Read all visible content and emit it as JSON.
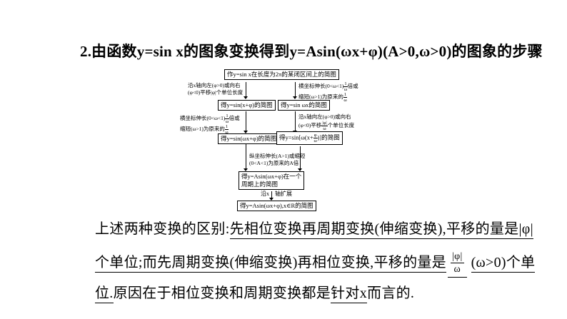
{
  "title": "2.由函数y=sin x的图象变换得到y=Asin(ωx+φ)(A>0,ω>0)的图象的步骤",
  "flowchart": {
    "box_top": "作y=sin x在长度为2π的某闭区间上的简图",
    "anno_left1": {
      "line1": "沿x轴向左(φ>0)或向右",
      "line2": "(φ<0)平移|φ|个单位长度"
    },
    "anno_right1": {
      "line1_pre": "横坐标伸长(0<ω<1)",
      "frac1_num": "1",
      "frac1_den": "ω",
      "line1_suf": "倍或",
      "line2_pre": "缩短(ω>1)为原来的",
      "frac2_num": "1",
      "frac2_den": "ω"
    },
    "box_left1": "得y=sin(x+φ)的简图",
    "box_right1": "得y=sin ωx的简图",
    "anno_left2": {
      "line1_pre": "横坐标伸长(0<ω<1)",
      "frac1_num": "1",
      "frac1_den": "ω",
      "line1_suf": "倍或",
      "line2_pre": "缩短(ω>1)为原来的",
      "frac2_num": "1",
      "frac2_den": "ω"
    },
    "anno_right2": {
      "line1": "沿x轴向左(φ>0)或向右",
      "line2_pre": "(φ<0)平移",
      "frac_num": "|φ|",
      "frac_den": "ω",
      "line2_suf": "个单位长度"
    },
    "box_left2": "得y=sin(ωx+φ)的简图",
    "box_right2": {
      "pre": "得y=sin[ω(x+",
      "frac_num": "φ",
      "frac_den": "ω",
      "suf": ")]的简图"
    },
    "anno_mid": {
      "line1": "纵坐标伸长(A>1)或缩短",
      "line2": "(0<A<1)为原来的A倍"
    },
    "box_merge": {
      "line1": "得y=Asin(ωx+φ)在一个",
      "line2": "周期上的简图"
    },
    "expand_label_left": "沿x",
    "expand_label_right": "轴扩展",
    "box_final": "得y=Asin(ωx+φ),x∈R的简图"
  },
  "paragraph": {
    "p1_normal": "上述两种变换的区别:",
    "p1_underlined": "先相位变换再周期变换(伸缩变换),平移的量是|φ|",
    "p2_underlined1": "个单位;而先周期变换(伸缩变换)再相位变换,平移的量是",
    "p2_frac_num": "|φ|",
    "p2_frac_den": "ω",
    "p2_underlined2": "(ω>0)个单",
    "p3_underlined1": "位.",
    "p3_normal": "原因在于相位变换和周期变换都是",
    "p3_underlined2": "针对x",
    "p3_end": "而言的."
  }
}
